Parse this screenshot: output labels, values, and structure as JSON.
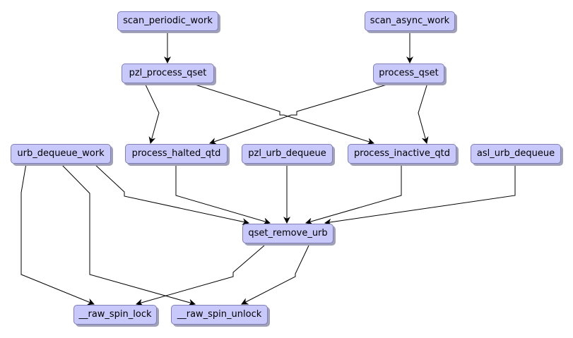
{
  "diagram": {
    "type": "call-graph",
    "nodes": [
      {
        "id": "scan_periodic_work",
        "label": "scan_periodic_work"
      },
      {
        "id": "scan_async_work",
        "label": "scan_async_work"
      },
      {
        "id": "pzl_process_qset",
        "label": "pzl_process_qset"
      },
      {
        "id": "process_qset",
        "label": "process_qset"
      },
      {
        "id": "urb_dequeue_work",
        "label": "urb_dequeue_work"
      },
      {
        "id": "process_halted_qtd",
        "label": "process_halted_qtd"
      },
      {
        "id": "pzl_urb_dequeue",
        "label": "pzl_urb_dequeue"
      },
      {
        "id": "process_inactive_qtd",
        "label": "process_inactive_qtd"
      },
      {
        "id": "asl_urb_dequeue",
        "label": "asl_urb_dequeue"
      },
      {
        "id": "qset_remove_urb",
        "label": "qset_remove_urb"
      },
      {
        "id": "__raw_spin_lock",
        "label": "__raw_spin_lock"
      },
      {
        "id": "__raw_spin_unlock",
        "label": "__raw_spin_unlock"
      }
    ],
    "edges": [
      {
        "from": "scan_periodic_work",
        "to": "pzl_process_qset"
      },
      {
        "from": "scan_async_work",
        "to": "process_qset"
      },
      {
        "from": "pzl_process_qset",
        "to": "process_halted_qtd"
      },
      {
        "from": "pzl_process_qset",
        "to": "process_inactive_qtd"
      },
      {
        "from": "process_qset",
        "to": "process_halted_qtd"
      },
      {
        "from": "process_qset",
        "to": "process_inactive_qtd"
      },
      {
        "from": "urb_dequeue_work",
        "to": "qset_remove_urb"
      },
      {
        "from": "urb_dequeue_work",
        "to": "__raw_spin_lock"
      },
      {
        "from": "urb_dequeue_work",
        "to": "__raw_spin_unlock"
      },
      {
        "from": "process_halted_qtd",
        "to": "qset_remove_urb"
      },
      {
        "from": "pzl_urb_dequeue",
        "to": "qset_remove_urb"
      },
      {
        "from": "process_inactive_qtd",
        "to": "qset_remove_urb"
      },
      {
        "from": "asl_urb_dequeue",
        "to": "qset_remove_urb"
      },
      {
        "from": "qset_remove_urb",
        "to": "__raw_spin_lock"
      },
      {
        "from": "qset_remove_urb",
        "to": "__raw_spin_unlock"
      }
    ]
  }
}
